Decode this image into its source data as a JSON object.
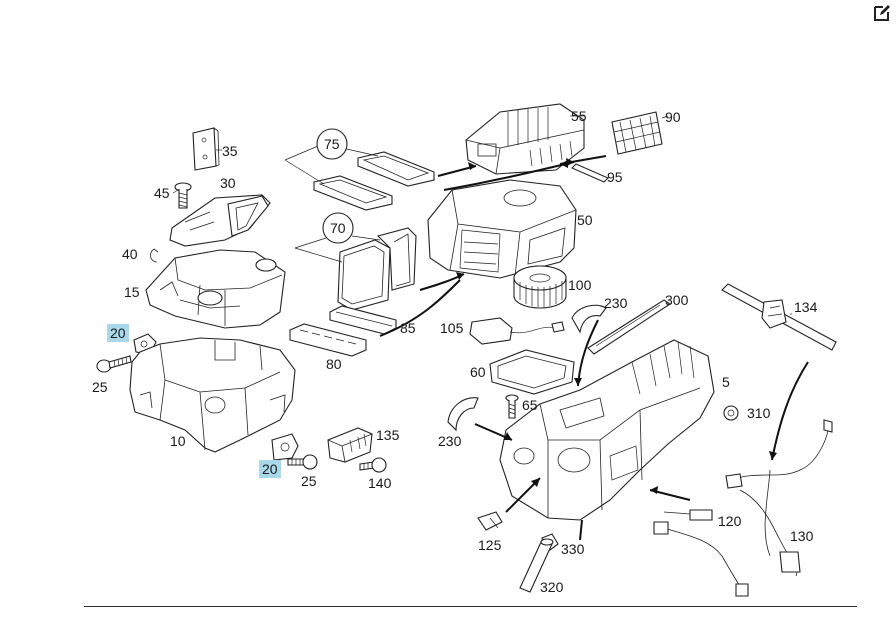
{
  "toolbar": {
    "edit_icon": "edit-icon"
  },
  "highlight_color": "#a8d8ea",
  "callouts": [
    {
      "id": "label-35",
      "text": "35"
    },
    {
      "id": "label-45",
      "text": "45"
    },
    {
      "id": "label-30",
      "text": "30"
    },
    {
      "id": "label-40",
      "text": "40"
    },
    {
      "id": "label-15",
      "text": "15"
    },
    {
      "id": "label-20a",
      "text": "20",
      "highlight": true
    },
    {
      "id": "label-25a",
      "text": "25"
    },
    {
      "id": "label-10",
      "text": "10"
    },
    {
      "id": "label-20b",
      "text": "20",
      "highlight": true
    },
    {
      "id": "label-25b",
      "text": "25"
    },
    {
      "id": "label-135",
      "text": "135"
    },
    {
      "id": "label-140",
      "text": "140"
    },
    {
      "id": "label-75",
      "text": "75"
    },
    {
      "id": "label-70",
      "text": "70"
    },
    {
      "id": "label-85",
      "text": "85"
    },
    {
      "id": "label-80",
      "text": "80"
    },
    {
      "id": "label-55",
      "text": "55"
    },
    {
      "id": "label-90",
      "text": "90"
    },
    {
      "id": "label-95",
      "text": "95"
    },
    {
      "id": "label-50",
      "text": "50"
    },
    {
      "id": "label-100",
      "text": "100"
    },
    {
      "id": "label-105",
      "text": "105"
    },
    {
      "id": "label-230a",
      "text": "230"
    },
    {
      "id": "label-300",
      "text": "300"
    },
    {
      "id": "label-134",
      "text": "134"
    },
    {
      "id": "label-60",
      "text": "60"
    },
    {
      "id": "label-65",
      "text": "65"
    },
    {
      "id": "label-5",
      "text": "5"
    },
    {
      "id": "label-310",
      "text": "310"
    },
    {
      "id": "label-230b",
      "text": "230"
    },
    {
      "id": "label-120",
      "text": "120"
    },
    {
      "id": "label-130",
      "text": "130"
    },
    {
      "id": "label-125",
      "text": "125"
    },
    {
      "id": "label-330",
      "text": "330"
    },
    {
      "id": "label-320",
      "text": "320"
    }
  ]
}
